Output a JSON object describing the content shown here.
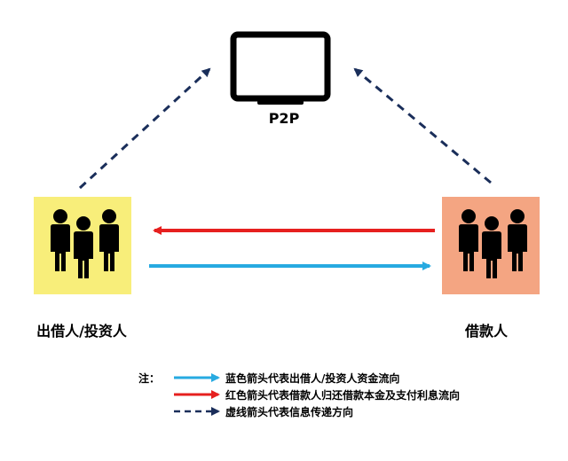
{
  "nodes": {
    "platform": "P2P",
    "lender": "出借人/投资人",
    "borrower": "借款人"
  },
  "colors": {
    "lender_box": "#f8ee7a",
    "borrower_box": "#f4a582",
    "blue_arrow": "#27aae1",
    "red_arrow": "#e6201f",
    "dashed_arrow": "#1a2e5a",
    "icon": "#000000"
  },
  "edges": [
    {
      "from": "lender",
      "to": "borrower",
      "style": "solid",
      "color": "blue"
    },
    {
      "from": "borrower",
      "to": "lender",
      "style": "solid",
      "color": "red"
    },
    {
      "from": "lender",
      "to": "platform",
      "style": "dashed"
    },
    {
      "from": "borrower",
      "to": "platform",
      "style": "dashed"
    }
  ],
  "icons": {
    "platform": "monitor-icon",
    "lender": "people-group-icon",
    "borrower": "people-group-icon"
  },
  "legend": {
    "note": "注：",
    "items": [
      "蓝色箭头代表出借人/投资人资金流向",
      "红色箭头代表借款人归还借款本金及支付利息流向",
      "虚线箭头代表信息传递方向"
    ]
  }
}
